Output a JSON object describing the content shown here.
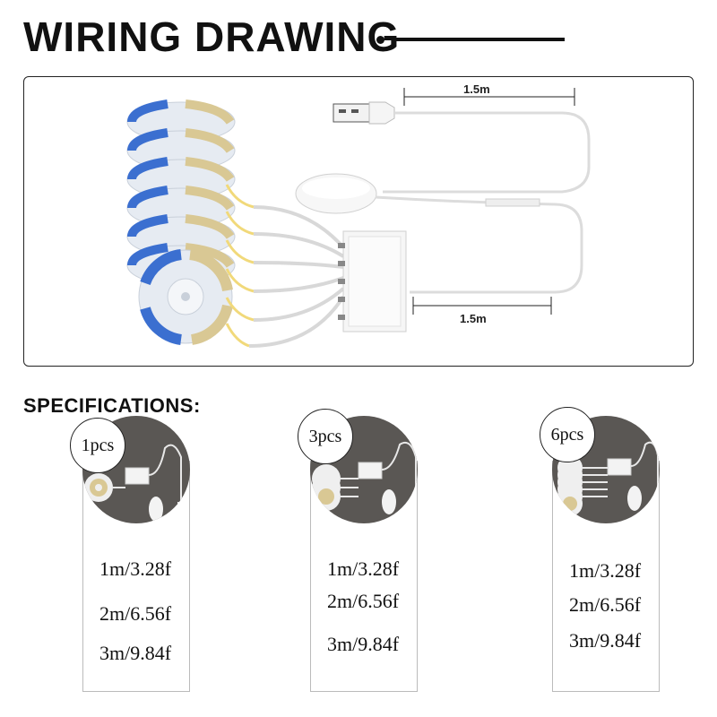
{
  "header": {
    "title": "WIRING DRAWING"
  },
  "diagram": {
    "dim_top": "1.5m",
    "dim_bottom": "1.5m"
  },
  "specifications": {
    "title": "SPECIFICATIONS:",
    "cards": [
      {
        "badge": "1pcs",
        "lengths": [
          "1m/3.28f",
          "2m/6.56f",
          "3m/9.84f"
        ]
      },
      {
        "badge": "3pcs",
        "lengths": [
          "1m/3.28f",
          "2m/6.56f",
          "3m/9.84f"
        ]
      },
      {
        "badge": "6pcs",
        "lengths": [
          "1m/3.28f",
          "2m/6.56f",
          "3m/9.84f"
        ]
      }
    ]
  },
  "colors": {
    "cool_led": "#3b6fd0",
    "warm_led": "#d9c894",
    "reel": "#e6ebf2",
    "circle": "#5a5754"
  },
  "icons": [
    "led-strip-reel-icon",
    "usb-plug-icon",
    "controller-icon",
    "splitter-box-icon"
  ]
}
